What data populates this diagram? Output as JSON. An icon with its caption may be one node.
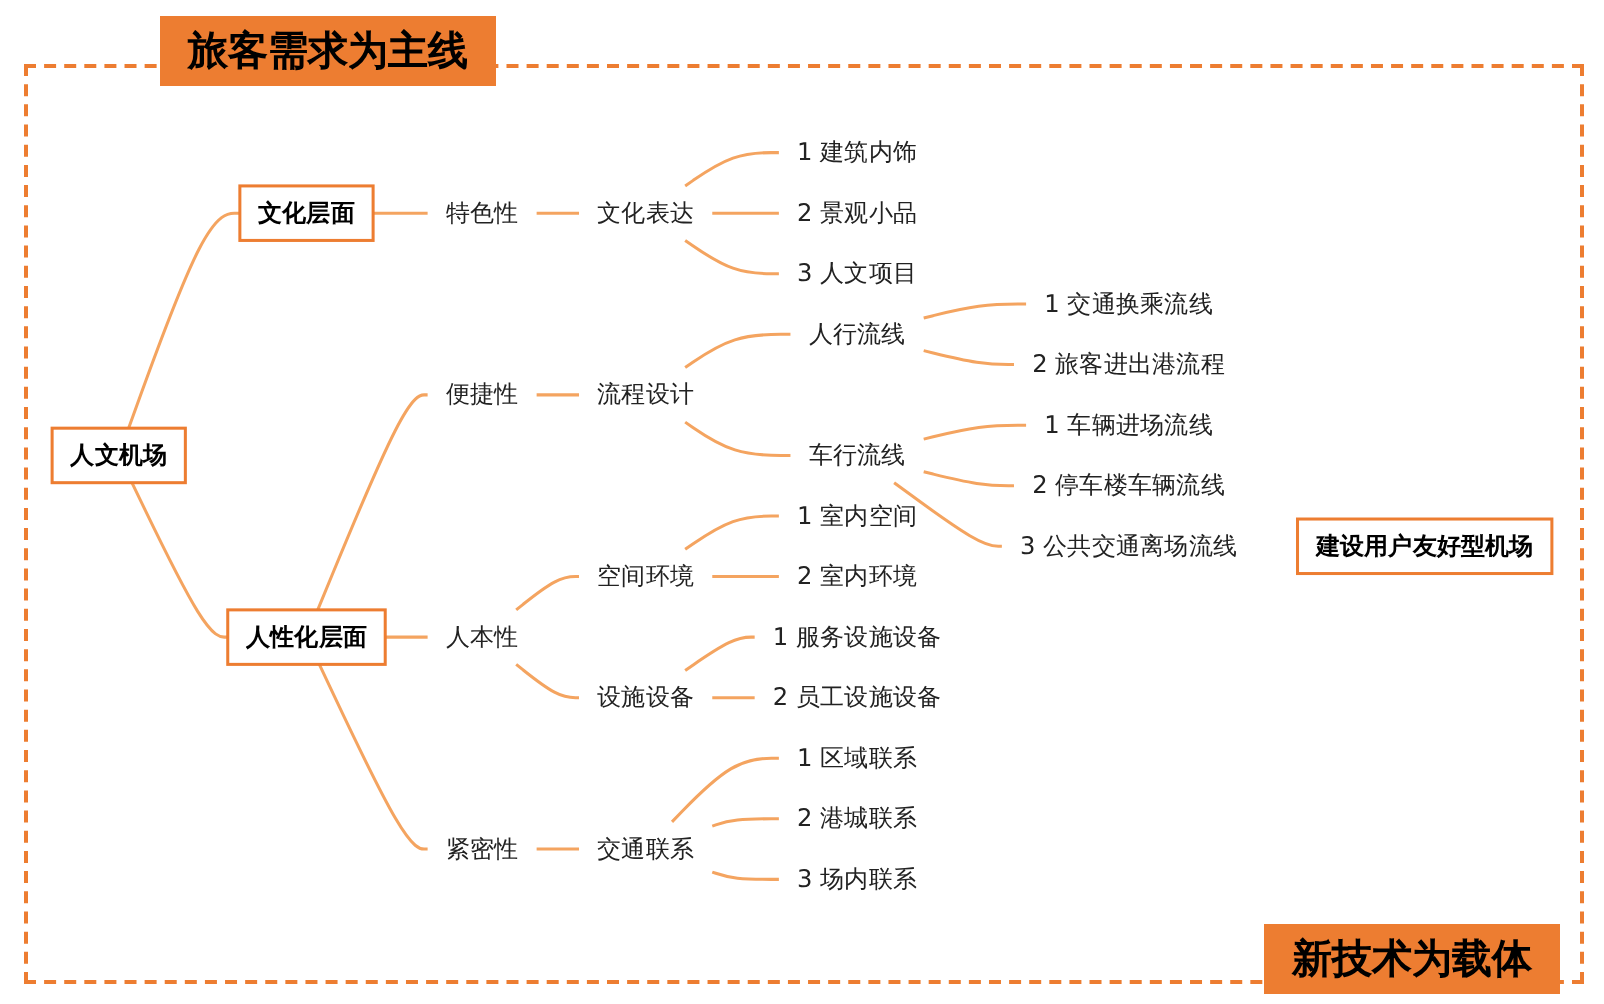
{
  "diagram": {
    "nodes": [
      {
        "text": [
          "人文机场"
        ]
      },
      {
        "text": [
          "文化层面"
        ]
      },
      {
        "text": [
          "特色性"
        ]
      },
      {
        "text": [
          "文化表达"
        ]
      },
      {
        "text": [
          "1 建筑内饰"
        ]
      },
      {
        "text": [
          "2 景观小品"
        ]
      },
      {
        "text": [
          "3 人文项目"
        ]
      },
      {
        "text": [
          "人性化层面"
        ]
      },
      {
        "text": [
          "便捷性"
        ]
      },
      {
        "text": [
          "流程设计"
        ]
      },
      {
        "text": [
          "人行流线"
        ]
      },
      {
        "text": [
          "1 交通换乘流线"
        ]
      },
      {
        "text": [
          "2 旅客进出港流程"
        ]
      },
      {
        "text": [
          "车行流线"
        ]
      },
      {
        "text": [
          "1 车辆进场流线"
        ]
      },
      {
        "text": [
          "2 停车楼车辆流线"
        ]
      },
      {
        "text": [
          "3 公共交通离场流线"
        ]
      },
      {
        "text": [
          "人本性"
        ]
      },
      {
        "text": [
          "空间环境"
        ]
      },
      {
        "text": [
          "1 室内空间"
        ]
      },
      {
        "text": [
          "2 室内环境"
        ]
      },
      {
        "text": [
          "设施设备"
        ]
      },
      {
        "text": [
          "1 服务设施设备"
        ]
      },
      {
        "text": [
          "2 员工设施设备"
        ]
      },
      {
        "text": [
          "紧密性"
        ]
      },
      {
        "text": [
          "交通联系"
        ]
      },
      {
        "text": [
          "1 区域联系"
        ]
      },
      {
        "text": [
          "2 港城联系"
        ]
      },
      {
        "text": [
          "3 场内联系"
        ]
      },
      {
        "text": [
          "建设用户友好型机场"
        ]
      }
    ],
    "edges": [
      {
        "from": 0,
        "to": 1,
        "arrow": "none"
      },
      {
        "from": 1,
        "to": 2,
        "arrow": "none"
      },
      {
        "from": 2,
        "to": 3,
        "arrow": "none"
      },
      {
        "from": 3,
        "to": 4,
        "arrow": "none"
      },
      {
        "from": 3,
        "to": 5,
        "arrow": "none"
      },
      {
        "from": 3,
        "to": 6,
        "arrow": "none"
      },
      {
        "from": 0,
        "to": 7,
        "arrow": "none"
      },
      {
        "from": 7,
        "to": 8,
        "arrow": "none"
      },
      {
        "from": 8,
        "to": 9,
        "arrow": "none"
      },
      {
        "from": 9,
        "to": 10,
        "arrow": "none"
      },
      {
        "from": 10,
        "to": 11,
        "arrow": "none"
      },
      {
        "from": 10,
        "to": 12,
        "arrow": "none"
      },
      {
        "from": 9,
        "to": 13,
        "arrow": "none"
      },
      {
        "from": 13,
        "to": 14,
        "arrow": "none"
      },
      {
        "from": 13,
        "to": 15,
        "arrow": "none"
      },
      {
        "from": 13,
        "to": 16,
        "arrow": "none"
      },
      {
        "from": 7,
        "to": 17,
        "arrow": "none"
      },
      {
        "from": 17,
        "to": 18,
        "arrow": "none"
      },
      {
        "from": 18,
        "to": 19,
        "arrow": "none"
      },
      {
        "from": 18,
        "to": 20,
        "arrow": "none"
      },
      {
        "from": 17,
        "to": 21,
        "arrow": "none"
      },
      {
        "from": 21,
        "to": 22,
        "arrow": "none"
      },
      {
        "from": 21,
        "to": 23,
        "arrow": "none"
      },
      {
        "from": 7,
        "to": 24,
        "arrow": "none"
      },
      {
        "from": 24,
        "to": 25,
        "arrow": "none"
      },
      {
        "from": 25,
        "to": 26,
        "arrow": "none"
      },
      {
        "from": 25,
        "to": 27,
        "arrow": "none"
      },
      {
        "from": 25,
        "to": 28,
        "arrow": "none"
      }
    ],
    "labels": [
      "旅客需求为主线",
      "新技术为载体"
    ]
  }
}
